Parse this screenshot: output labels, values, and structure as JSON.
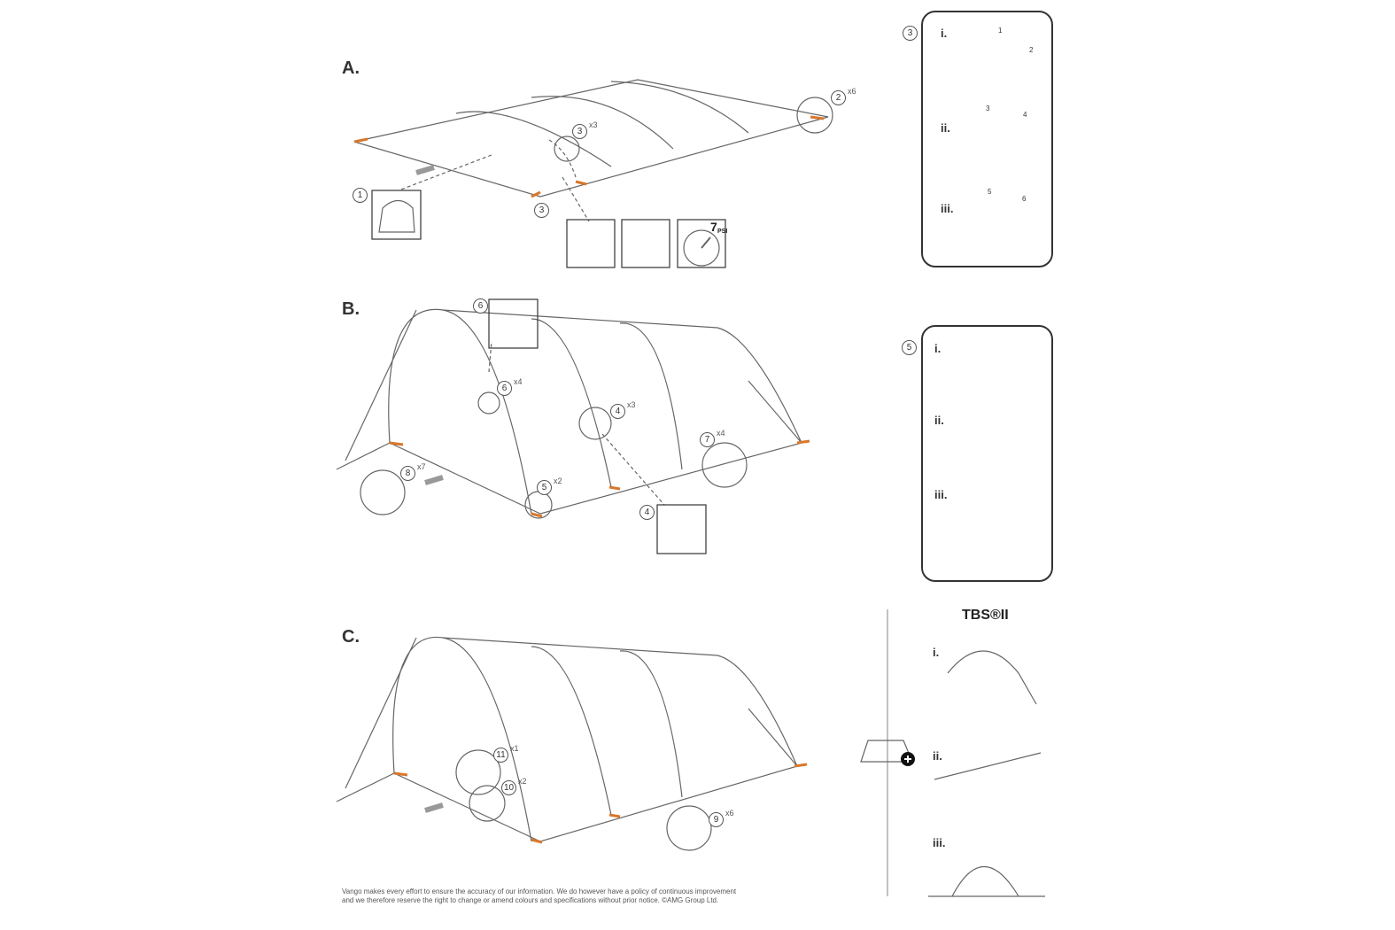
{
  "sections": {
    "a": {
      "label": "A.",
      "callouts": [
        {
          "num": "1",
          "mult": ""
        },
        {
          "num": "2",
          "mult": "x6"
        },
        {
          "num": "3",
          "mult": "x3"
        },
        {
          "num": "3",
          "mult": ""
        }
      ]
    },
    "b": {
      "label": "B.",
      "callouts": [
        {
          "num": "6",
          "mult": ""
        },
        {
          "num": "6",
          "mult": "x4"
        },
        {
          "num": "4",
          "mult": "x3"
        },
        {
          "num": "7",
          "mult": "x4"
        },
        {
          "num": "8",
          "mult": "x7"
        },
        {
          "num": "5",
          "mult": "x2"
        },
        {
          "num": "4",
          "mult": ""
        }
      ]
    },
    "c": {
      "label": "C.",
      "callouts": [
        {
          "num": "11",
          "mult": "x1"
        },
        {
          "num": "10",
          "mult": "x2"
        },
        {
          "num": "9",
          "mult": "x6"
        }
      ]
    }
  },
  "gauge": {
    "value": "7",
    "unit": "PSI"
  },
  "panel3": {
    "num": "3",
    "steps": [
      "i.",
      "ii.",
      "iii."
    ],
    "arrows": [
      "1",
      "2",
      "3",
      "4",
      "5",
      "6"
    ]
  },
  "panel5": {
    "num": "5",
    "steps": [
      "i.",
      "ii.",
      "iii."
    ]
  },
  "tbs": {
    "title": "TBS®II",
    "steps": [
      "i.",
      "ii.",
      "iii."
    ]
  },
  "footer": {
    "line1": "Vango makes every effort to ensure the accuracy of our information. We do however have a policy of continuous improvement",
    "line2": "and we therefore reserve the right to change or amend colours and specifications without prior notice. ©AMG Group Ltd."
  },
  "colors": {
    "line": "#555555",
    "accent": "#d9772b",
    "arrow": "#999999"
  }
}
